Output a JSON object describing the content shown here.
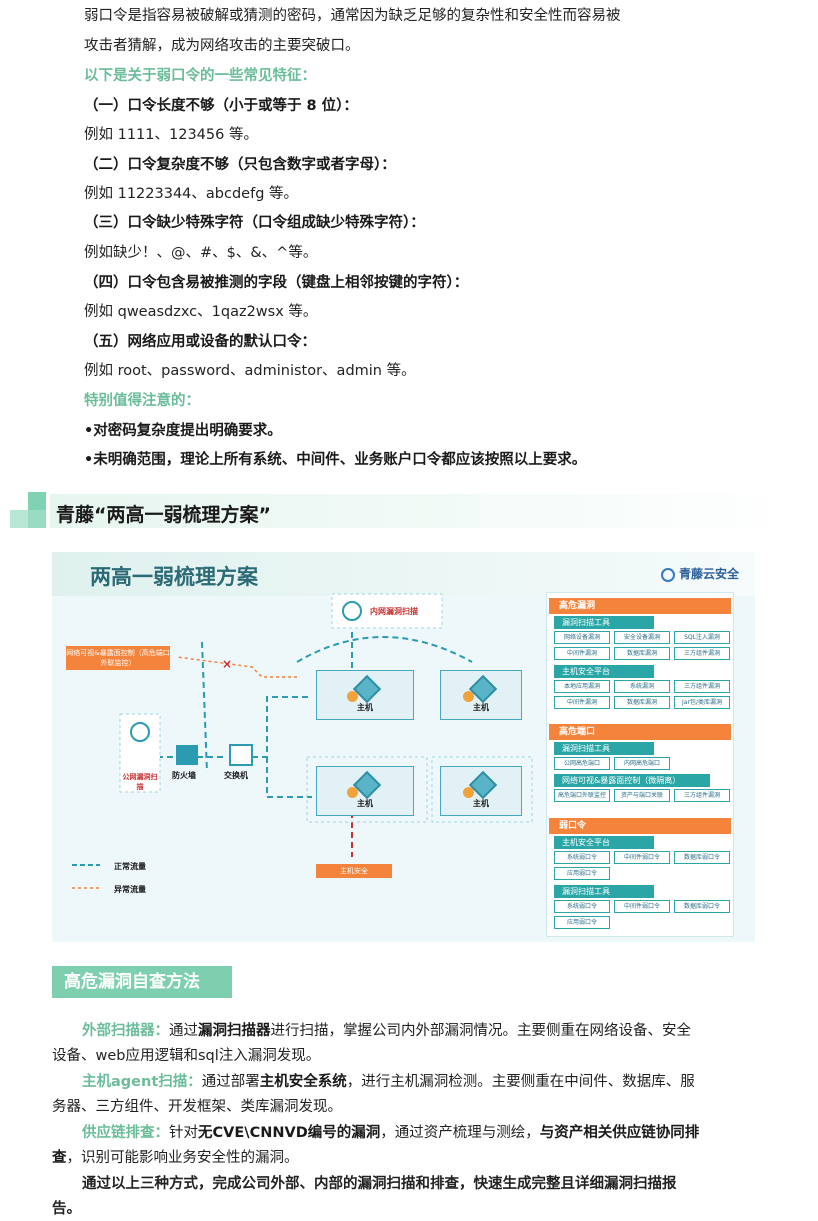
{
  "intro": {
    "line1": "弱口令是指容易被破解或猜测的密码，通常因为缺乏足够的复杂性和安全性而容易被",
    "line2": "攻击者猜解，成为网络攻击的主要突破口。",
    "features_title": "以下是关于弱口令的一些常见特征：",
    "items": [
      {
        "heading": "（一）口令长度不够（小于或等于 8 位）：",
        "example": "例如 1111、123456 等。"
      },
      {
        "heading": "（二）口令复杂度不够（只包含数字或者字母）：",
        "example": "例如 11223344、abcdefg 等。"
      },
      {
        "heading": "（三）口令缺少特殊字符（口令组成缺少特殊字符）：",
        "example": "例如缺少！、@、#、$、&、^等。"
      },
      {
        "heading": "（四）口令包含易被推测的字段（键盘上相邻按键的字符）：",
        "example": "例如 qweasdzxc、1qaz2wsx 等。"
      },
      {
        "heading": "（五）网络应用或设备的默认口令：",
        "example": "例如 root、password、administor、admin 等。"
      }
    ],
    "notice_title": "特别值得注意的：",
    "notice1": "•对密码复杂度提出明确要求。",
    "notice2": "•未明确范围，理论上所有系统、中间件、业务账户口令都应该按照以上要求。"
  },
  "section": {
    "title": "青藤“两高一弱梳理方案”"
  },
  "diagram": {
    "title": "两高一弱梳理方案",
    "brand": "青藤云安全",
    "inner_scan": "内网漏洞扫描",
    "outer_scan": "公网漏洞扫描",
    "firewall": "防火墙",
    "switch": "交换机",
    "host": "主机",
    "host_security": "主机安全",
    "exposure": "网络可视&暴露面控制（高危端口外联监控）",
    "legend_normal": "正常流量",
    "legend_abnormal": "异常流量",
    "panel": {
      "high_vuln": "高危漏洞",
      "vuln_tool": "漏洞扫描工具",
      "vuln_tool_cells": [
        "网络设备漏洞",
        "安全设备漏洞",
        "SQL注入漏洞",
        "中间件漏洞",
        "数据库漏洞",
        "三方组件漏洞"
      ],
      "host_platform": "主机安全平台",
      "host_platform_cells": [
        "本地应用漏洞",
        "系统漏洞",
        "三方组件漏洞",
        "中间件漏洞",
        "数据库漏洞",
        "Jar包/类库漏洞"
      ],
      "high_port": "高危端口",
      "port_tool": "漏洞扫描工具",
      "port_tool_cells": [
        "公网高危端口",
        "内网高危端口"
      ],
      "net_visual": "网络可视&暴露面控制（微隔离）",
      "net_visual_cells": [
        "高危端口外联监控",
        "资产与端口关联",
        "三方组件漏洞"
      ],
      "weak_pw": "弱口令",
      "weak_platform": "主机安全平台",
      "weak_platform_cells": [
        "系统弱口令",
        "中间件弱口令",
        "数据库弱口令",
        "应用弱口令"
      ],
      "weak_tool": "漏洞扫描工具",
      "weak_tool_cells": [
        "系统弱口令",
        "中间件弱口令",
        "数据库弱口令",
        "应用弱口令"
      ]
    }
  },
  "method": {
    "tag": "高危漏洞自查方法",
    "p1_label": "外部扫描器：",
    "p1_a": "通过",
    "p1_b": "漏洞扫描器",
    "p1_c": "进行扫描，掌握公司内外部漏洞情况。主要侧重在网络设备、安全",
    "p1_d": "设备、web应用逻辑和sql注入漏洞发现。",
    "p2_label": "主机agent扫描：",
    "p2_a": "通过部署",
    "p2_b": "主机安全系统",
    "p2_c": "，进行主机漏洞检测。主要侧重在中间件、数据库、服",
    "p2_d": "务器、三方组件、开发框架、类库漏洞发现。",
    "p3_label": "供应链排查：",
    "p3_a": "针对",
    "p3_b": "无CVE\\CNNVD编号的漏洞",
    "p3_c": "，通过资产梳理与测绘，",
    "p3_d": "与资产相关供应链协同排",
    "p3_e": "查",
    "p3_f": "，识别可能影响业务安全性的漏洞。",
    "p4_a": "通过以上三种方式，完成公司外部、内部的漏洞扫描和排查，快速生成完整且详细漏洞扫描报",
    "p4_b": "告。"
  }
}
